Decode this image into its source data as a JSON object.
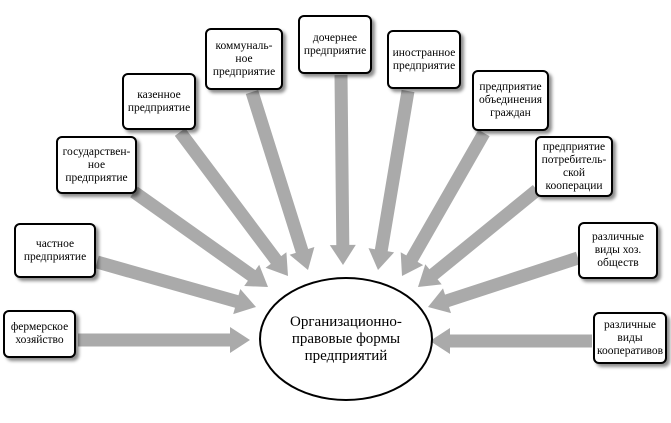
{
  "center": {
    "label": "Организационно-\nправовые формы\nпредприятий"
  },
  "colors": {
    "arrow": "#aaaaaa",
    "border": "#000000",
    "background": "#ffffff"
  },
  "forms": [
    {
      "id": "farm",
      "label": "фермерское\nхозяйство"
    },
    {
      "id": "private",
      "label": "частное\nпредприятие"
    },
    {
      "id": "state",
      "label": "государствен-\nное\nпредприятие"
    },
    {
      "id": "treasury",
      "label": "казенное\nпредприятие"
    },
    {
      "id": "municipal",
      "label": "коммуналь-\nное\nпредприятие"
    },
    {
      "id": "subsidiary",
      "label": "дочернее\nпредприятие"
    },
    {
      "id": "foreign",
      "label": "иностранное\nпредприятие"
    },
    {
      "id": "citizens",
      "label": "предприятие\nобъединения\nграждан"
    },
    {
      "id": "consumer",
      "label": "предприятие\nпотребитель-\nской\nкооперации"
    },
    {
      "id": "business",
      "label": "различные\nвиды хоз.\nобществ"
    },
    {
      "id": "cooperative",
      "label": "различные\nвиды\nкооперативов"
    }
  ]
}
